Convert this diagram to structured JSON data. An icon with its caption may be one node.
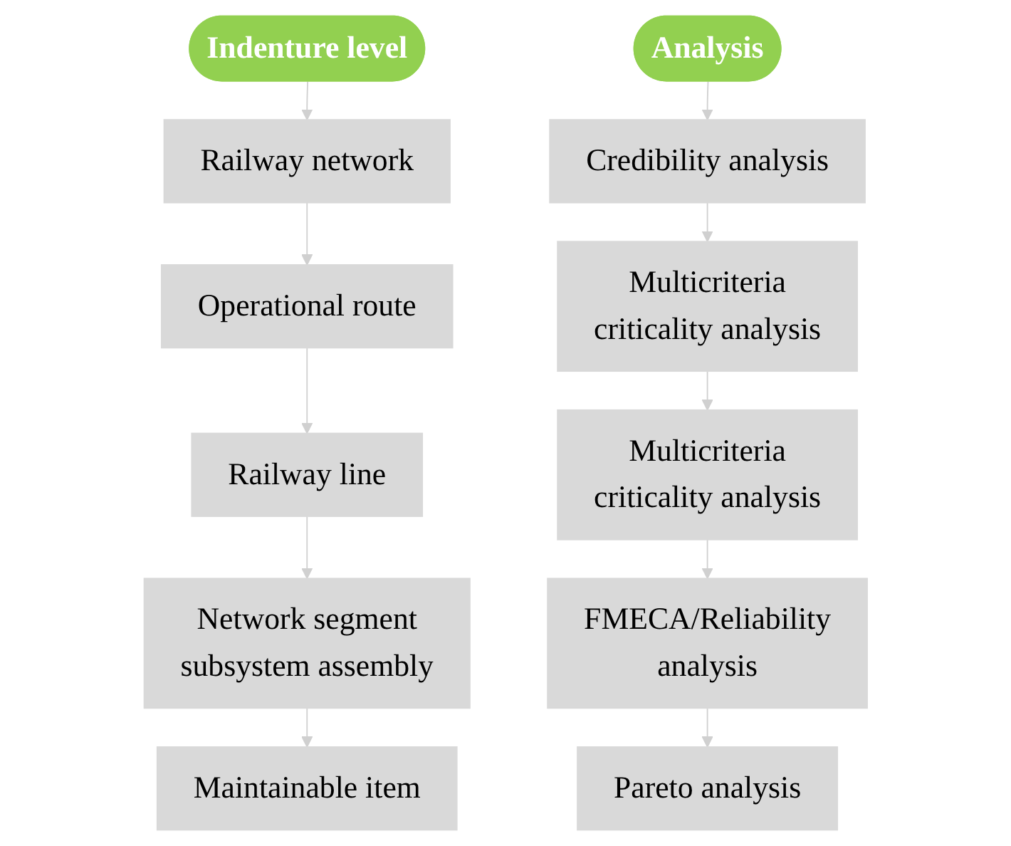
{
  "diagram": {
    "nodes": [
      {
        "text": [
          "Indenture level"
        ]
      },
      {
        "text": [
          "Railway network"
        ]
      },
      {
        "text": [
          "Operational route"
        ]
      },
      {
        "text": [
          "Railway line"
        ]
      },
      {
        "text": [
          "Network segment subsystem assembly"
        ]
      },
      {
        "text": [
          "Maintainable item"
        ]
      },
      {
        "text": [
          "Analysis"
        ]
      },
      {
        "text": [
          "Credibility analysis"
        ]
      },
      {
        "text": [
          "Multicriteria criticality analysis"
        ]
      },
      {
        "text": [
          "Multicriteria criticality analysis"
        ]
      },
      {
        "text": [
          "FMECA/Reliability analysis"
        ]
      },
      {
        "text": [
          "Pareto analysis"
        ]
      }
    ],
    "edges": [
      {
        "from": 0,
        "to": 1,
        "arrow": "to"
      },
      {
        "from": 1,
        "to": 2,
        "arrow": "to"
      },
      {
        "from": 2,
        "to": 3,
        "arrow": "to"
      },
      {
        "from": 3,
        "to": 4,
        "arrow": "to"
      },
      {
        "from": 4,
        "to": 5,
        "arrow": "to"
      },
      {
        "from": 6,
        "to": 7,
        "arrow": "to"
      },
      {
        "from": 7,
        "to": 8,
        "arrow": "to"
      },
      {
        "from": 8,
        "to": 9,
        "arrow": "to"
      },
      {
        "from": 9,
        "to": 10,
        "arrow": "to"
      },
      {
        "from": 10,
        "to": 11,
        "arrow": "to"
      }
    ]
  }
}
